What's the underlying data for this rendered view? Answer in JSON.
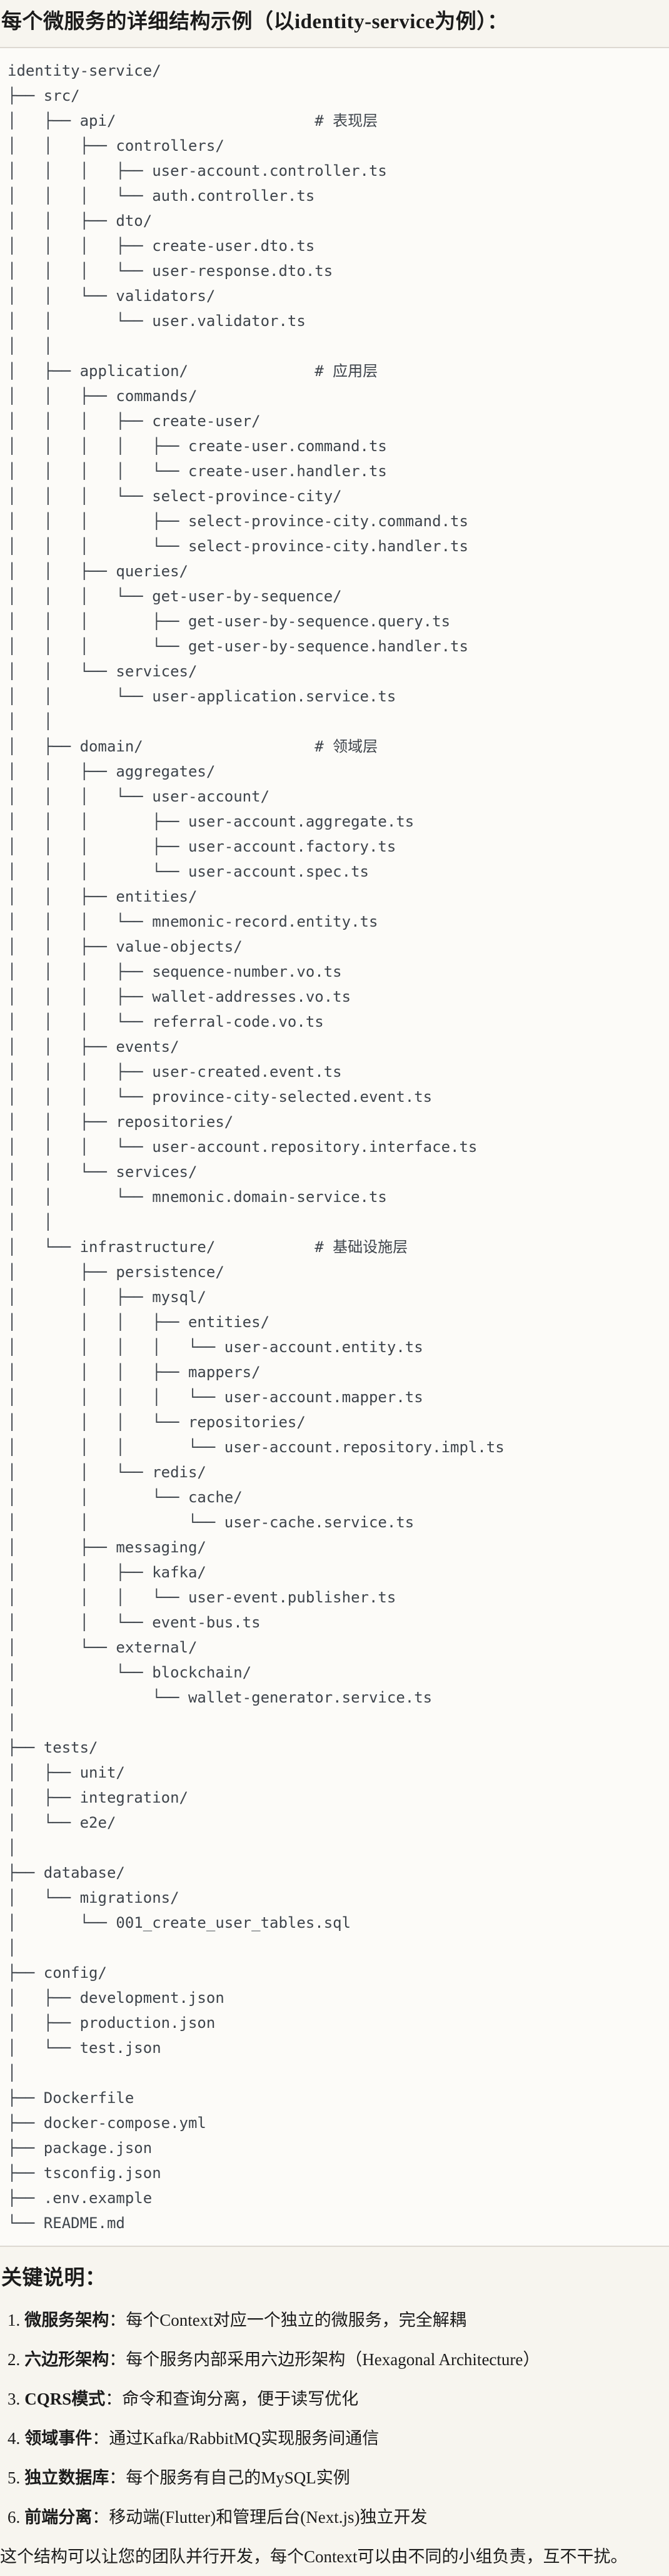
{
  "colors": {
    "page_bg": "#f7f5ef",
    "code_bg": "#fcfbf8",
    "code_border": "#ddd9d2",
    "code_text": "#3e444b",
    "body_text": "#1b1b1b"
  },
  "page_title": "每个微服务的详细结构示例（以identity-service为例）：",
  "code_block": {
    "layer_comments": [
      "# 表现层",
      "# 应用层",
      "# 领域层",
      "# 基础设施层"
    ],
    "tree_text": "identity-service/\n├── src/\n│   ├── api/                      # 表现层\n│   │   ├── controllers/\n│   │   │   ├── user-account.controller.ts\n│   │   │   └── auth.controller.ts\n│   │   ├── dto/\n│   │   │   ├── create-user.dto.ts\n│   │   │   └── user-response.dto.ts\n│   │   └── validators/\n│   │       └── user.validator.ts\n│   │\n│   ├── application/              # 应用层\n│   │   ├── commands/\n│   │   │   ├── create-user/\n│   │   │   │   ├── create-user.command.ts\n│   │   │   │   └── create-user.handler.ts\n│   │   │   └── select-province-city/\n│   │   │       ├── select-province-city.command.ts\n│   │   │       └── select-province-city.handler.ts\n│   │   ├── queries/\n│   │   │   └── get-user-by-sequence/\n│   │   │       ├── get-user-by-sequence.query.ts\n│   │   │       └── get-user-by-sequence.handler.ts\n│   │   └── services/\n│   │       └── user-application.service.ts\n│   │\n│   ├── domain/                   # 领域层\n│   │   ├── aggregates/\n│   │   │   └── user-account/\n│   │   │       ├── user-account.aggregate.ts\n│   │   │       ├── user-account.factory.ts\n│   │   │       └── user-account.spec.ts\n│   │   ├── entities/\n│   │   │   └── mnemonic-record.entity.ts\n│   │   ├── value-objects/\n│   │   │   ├── sequence-number.vo.ts\n│   │   │   ├── wallet-addresses.vo.ts\n│   │   │   └── referral-code.vo.ts\n│   │   ├── events/\n│   │   │   ├── user-created.event.ts\n│   │   │   └── province-city-selected.event.ts\n│   │   ├── repositories/\n│   │   │   └── user-account.repository.interface.ts\n│   │   └── services/\n│   │       └── mnemonic.domain-service.ts\n│   │\n│   └── infrastructure/           # 基础设施层\n│       ├── persistence/\n│       │   ├── mysql/\n│       │   │   ├── entities/\n│       │   │   │   └── user-account.entity.ts\n│       │   │   ├── mappers/\n│       │   │   │   └── user-account.mapper.ts\n│       │   │   └── repositories/\n│       │   │       └── user-account.repository.impl.ts\n│       │   └── redis/\n│       │       └── cache/\n│       │           └── user-cache.service.ts\n│       ├── messaging/\n│       │   ├── kafka/\n│       │   │   └── user-event.publisher.ts\n│       │   └── event-bus.ts\n│       └── external/\n│           └── blockchain/\n│               └── wallet-generator.service.ts\n│\n├── tests/\n│   ├── unit/\n│   ├── integration/\n│   └── e2e/\n│\n├── database/\n│   └── migrations/\n│       └── 001_create_user_tables.sql\n│\n├── config/\n│   ├── development.json\n│   ├── production.json\n│   └── test.json\n│\n├── Dockerfile\n├── docker-compose.yml\n├── package.json\n├── tsconfig.json\n├── .env.example\n└── README.md"
  },
  "notes": {
    "heading": "关键说明：",
    "items": [
      {
        "num": "1.",
        "term": "微服务架构",
        "colon": "：",
        "desc": "每个Context对应一个独立的微服务，完全解耦"
      },
      {
        "num": "2.",
        "term": "六边形架构",
        "colon": "：",
        "desc": "每个服务内部采用六边形架构（Hexagonal Architecture）"
      },
      {
        "num": "3.",
        "term": "CQRS模式",
        "colon": "：",
        "desc": "命令和查询分离，便于读写优化"
      },
      {
        "num": "4.",
        "term": "领域事件",
        "colon": "：",
        "desc": "通过Kafka/RabbitMQ实现服务间通信"
      },
      {
        "num": "5.",
        "term": "独立数据库",
        "colon": "：",
        "desc": "每个服务有自己的MySQL实例"
      },
      {
        "num": "6.",
        "term": "前端分离",
        "colon": "：",
        "desc": "移动端(Flutter)和管理后台(Next.js)独立开发"
      }
    ]
  },
  "closing": "这个结构可以让您的团队并行开发，每个Context可以由不同的小组负责，互不干扰。"
}
